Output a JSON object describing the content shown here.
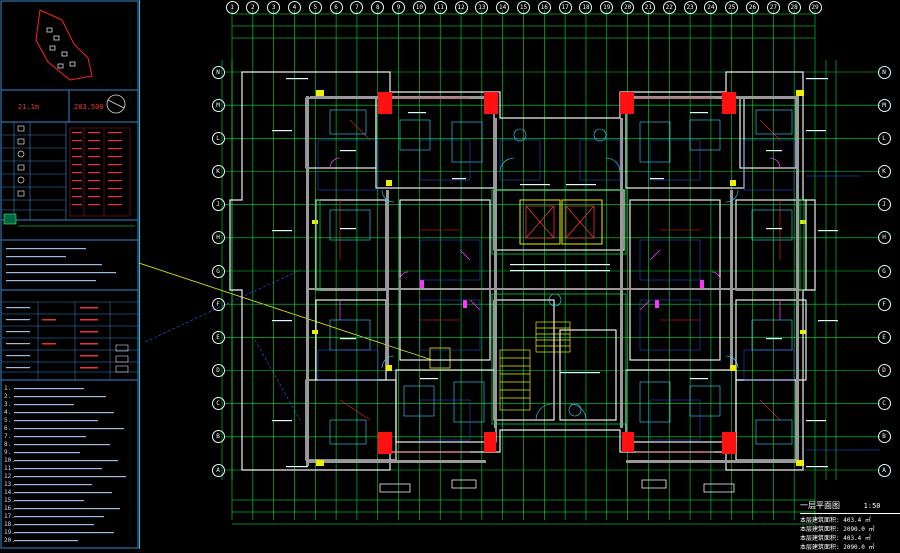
{
  "left_panel": {
    "site_values": {
      "left": "21.1m",
      "right": "283.500"
    },
    "note_lines": [
      "1.",
      "2.",
      "3.",
      "4.",
      "5.",
      "6.",
      "7.",
      "8.",
      "9.",
      "10.",
      "11.",
      "12.",
      "13.",
      "14.",
      "15.",
      "16.",
      "17.",
      "18.",
      "19.",
      "20."
    ]
  },
  "plan": {
    "grid_columns_top": [
      "1",
      "2",
      "3",
      "4",
      "5",
      "6",
      "7",
      "8",
      "9",
      "10",
      "11",
      "12",
      "13",
      "14",
      "15",
      "16",
      "17",
      "18",
      "19",
      "20",
      "21",
      "22",
      "23",
      "24",
      "25",
      "26",
      "27",
      "28",
      "29"
    ],
    "grid_rows_left": [
      "N",
      "M",
      "L",
      "K",
      "J",
      "H",
      "G",
      "F",
      "E",
      "D",
      "C",
      "B",
      "A"
    ],
    "grid_rows_right": [
      "N",
      "M",
      "L",
      "K",
      "J",
      "H",
      "G",
      "F",
      "E",
      "D",
      "C",
      "B",
      "A"
    ]
  },
  "title_block": {
    "title": "一层平面图",
    "scale": "1:50",
    "lines": [
      "本层建筑面积: 403.4 ㎡",
      "本层建筑面积: 2090.0 ㎡",
      "本层建筑面积: 403.4 ㎡",
      "本层建筑面积: 2090.0 ㎡"
    ]
  },
  "colors": {
    "background": "#000000",
    "grid": "#00ff3c",
    "wall": "#ffffff",
    "accent_red": "#ff1a1a",
    "accent_magenta": "#ff33ff",
    "accent_yellow": "#ffee00",
    "accent_cyan": "#33ddff",
    "accent_blue": "#3355ff"
  }
}
